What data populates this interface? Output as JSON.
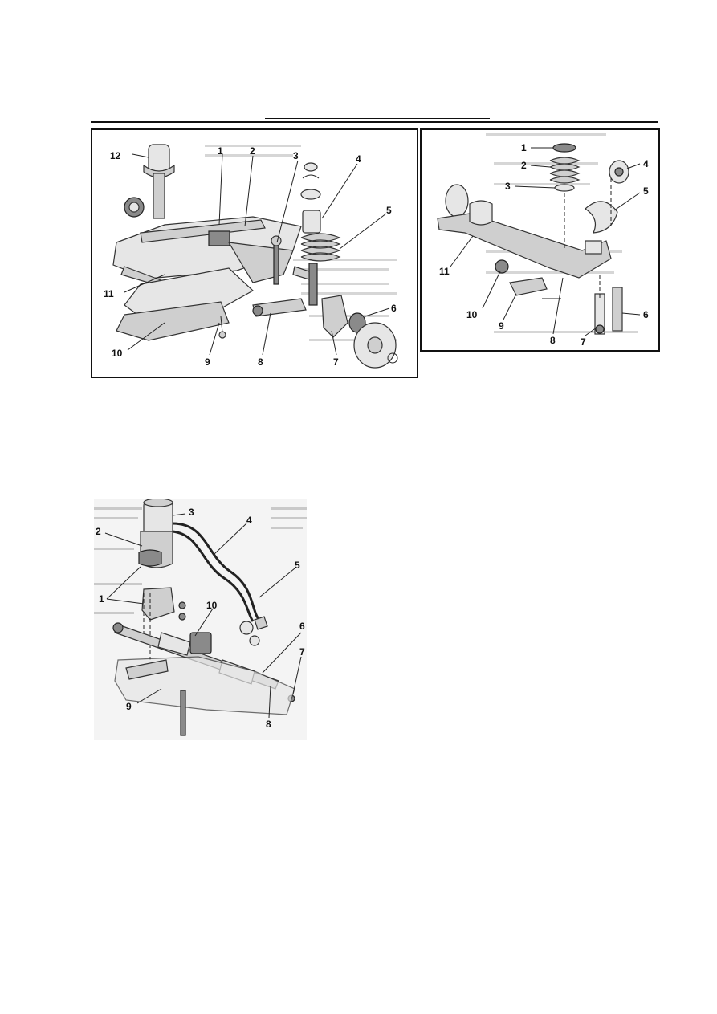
{
  "figures": {
    "front_suspension": {
      "callouts": [
        "1",
        "2",
        "3",
        "4",
        "5",
        "6",
        "7",
        "8",
        "9",
        "10",
        "11",
        "12"
      ]
    },
    "rear_suspension": {
      "callouts": [
        "1",
        "2",
        "3",
        "4",
        "5",
        "6",
        "7",
        "8",
        "9",
        "10",
        "11"
      ]
    },
    "steering": {
      "callouts": [
        "1",
        "2",
        "3",
        "4",
        "5",
        "6",
        "7",
        "8",
        "9",
        "10"
      ]
    }
  }
}
